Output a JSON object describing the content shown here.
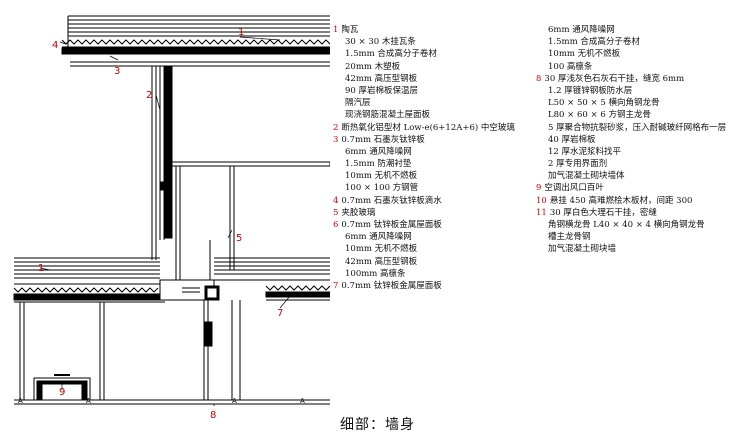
{
  "caption": "细部：墙身",
  "callouts": [
    "1",
    "2",
    "3",
    "4",
    "5",
    "1",
    "7",
    "8",
    "9"
  ],
  "colors": {
    "callout": "#d40000",
    "line": "#000000"
  },
  "notes_col1": [
    {
      "num": "1",
      "text": "陶瓦"
    },
    {
      "num": "",
      "text": "30 × 30 木挂瓦条"
    },
    {
      "num": "",
      "text": "1.5mm 合成高分子卷材"
    },
    {
      "num": "",
      "text": "20mm 木塑板"
    },
    {
      "num": "",
      "text": "42mm 高压型钢板"
    },
    {
      "num": "",
      "text": "90 厚岩棉板保温层"
    },
    {
      "num": "",
      "text": "隔汽层"
    },
    {
      "num": "",
      "text": "现浇钢筋混凝土屋面板"
    },
    {
      "num": "2",
      "text": "断热氧化铝型材 Low-e(6+12A+6) 中空玻璃"
    },
    {
      "num": "3",
      "text": "0.7mm 石墨灰钛锌板"
    },
    {
      "num": "",
      "text": "6mm 通风降噪网"
    },
    {
      "num": "",
      "text": "1.5mm 防潮衬垫"
    },
    {
      "num": "",
      "text": "10mm 无机不燃板"
    },
    {
      "num": "",
      "text": "100 × 100 方钢管"
    },
    {
      "num": "4",
      "text": "0.7mm 石墨灰钛锌板滴水"
    },
    {
      "num": "5",
      "text": "夹胶玻璃"
    },
    {
      "num": "6",
      "text": "0.7mm 钛锌板金属屋面板"
    },
    {
      "num": "",
      "text": "6mm 通风降噪网"
    },
    {
      "num": "",
      "text": "10mm 无机不燃板"
    },
    {
      "num": "",
      "text": "42mm 高压型钢板"
    },
    {
      "num": "",
      "text": "100mm 高檩条"
    },
    {
      "num": "7",
      "text": "0.7mm 钛锌板金属屋面板"
    }
  ],
  "notes_col2": [
    {
      "num": "",
      "text": "6mm 通风降噪网"
    },
    {
      "num": "",
      "text": "1.5mm 合成高分子卷材"
    },
    {
      "num": "",
      "text": "10mm 无机不燃板"
    },
    {
      "num": "",
      "text": "100 高檩条"
    },
    {
      "num": "8",
      "text": "30 厚浅灰色石灰石干挂，缝宽 6mm"
    },
    {
      "num": "",
      "text": "1.2 厚镀锌钢板防水层"
    },
    {
      "num": "",
      "text": "L50 × 50 × 5 横向角钢龙骨"
    },
    {
      "num": "",
      "text": "L80 × 60 × 6 方钢主龙骨"
    },
    {
      "num": "",
      "text": "5 厚聚合物抗裂砂浆，压入耐碱玻纤网格布一层"
    },
    {
      "num": "",
      "text": "40 厚岩棉板"
    },
    {
      "num": "",
      "text": "12 厚水泥浆料找平"
    },
    {
      "num": "",
      "text": "2 厚专用界面剂"
    },
    {
      "num": "",
      "text": "加气混凝土砌块墙体"
    },
    {
      "num": "9",
      "text": "空调出风口百叶"
    },
    {
      "num": "10",
      "text": "悬挂 450 高难燃桧木板材，间距 300"
    },
    {
      "num": "11",
      "text": "30 厚白色大理石干挂，密缝"
    },
    {
      "num": "",
      "text": "角钢横龙骨 L40 × 40 × 4 横向角钢龙骨"
    },
    {
      "num": "",
      "text": "槽主龙骨钢"
    },
    {
      "num": "",
      "text": "加气混凝土砌块墙"
    }
  ]
}
